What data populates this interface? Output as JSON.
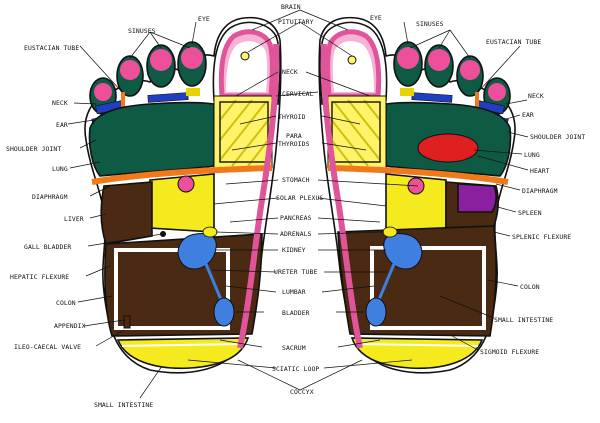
{
  "labels": {
    "brain": "BRAIN",
    "pituitary": "PITUITARY",
    "eye_left": "EYE",
    "eye_right": "EYE",
    "sinuses_left": "SINUSES",
    "sinuses_right": "SINUSES",
    "eustacian_left": "EUSTACIAN TUBE",
    "eustacian_right": "EUSTACIAN TUBE",
    "neck_left": "NECK",
    "neck_center": "NECK",
    "neck_right": "NECK",
    "cervical": "CERVICAL",
    "ear_left": "EAR",
    "ear_right": "EAR",
    "thyroid": "THYROID",
    "para_thyroids_1": "PARA",
    "para_thyroids_2": "THYROIDS",
    "shoulder_left": "SHOULDER JOINT",
    "shoulder_right": "SHOULDER JOINT",
    "lung_left": "LUNG",
    "lung_right": "LUNG",
    "heart": "HEART",
    "diaphragm_left": "DIAPHRAGM",
    "diaphragm_right": "DIAPHRAGM",
    "stomach": "STOMACH",
    "solar_plexus": "SOLAR PLEXUS",
    "liver": "LIVER",
    "spleen": "SPLEEN",
    "pancreas": "PANCREAS",
    "adrenals": "ADRENALS",
    "gall_bladder": "GALL BLADDER",
    "splenic_flexure": "SPLENIC FLEXURE",
    "kidney": "KIDNEY",
    "ureter_tube": "URETER TUBE",
    "hepatic_flexure": "HEPATIC FLEXURE",
    "colon_left": "COLON",
    "colon_right": "COLON",
    "lumbar": "LUMBAR",
    "appendix": "APPENDIX",
    "bladder": "BLADDER",
    "small_intestine_right": "SMALL INTESTINE",
    "ileo_caecal": "ILEO-CAECAL VALVE",
    "sacrum": "SACRUM",
    "sigmoid_flexure": "SIGMOID FLEXURE",
    "sciatic_loop": "SCIATIC LOOP",
    "coccyx": "COCCYX",
    "small_intestine_bottom": "SMALL INTESTINE"
  },
  "colors": {
    "outline": "#111111",
    "spine": "#e0559a",
    "head": "#f7b3d6",
    "lung": "#0f5a45",
    "eye_bar": "#1f3fbf",
    "sinus_top": "#ee4f9a",
    "sinus_tip": "#0f5a45",
    "thyroid": "#fff36a",
    "neck_band": "#e6d400",
    "intestine": "#4a2a12",
    "diaphragm": "#f07a1a",
    "stomach": "#f5ea1e",
    "kidney": "#3f7fe0",
    "heart": "#e02020",
    "spleen": "#8a1fa0",
    "bottom_band": "#f5ea1e"
  }
}
